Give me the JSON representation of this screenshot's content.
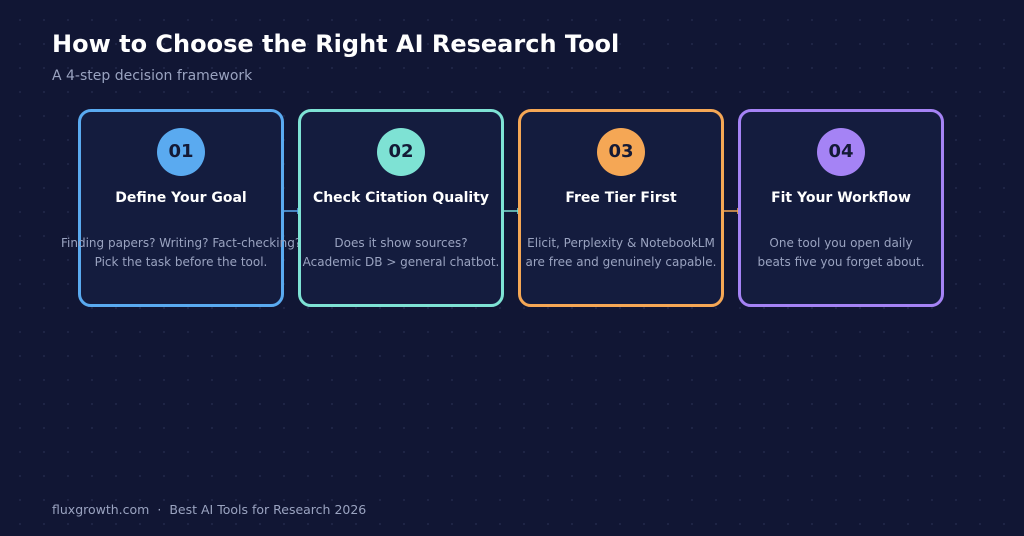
{
  "header": {
    "title": "How to Choose the Right AI Research Tool",
    "subtitle": "A 4-step decision framework"
  },
  "colors": {
    "background": "#111634",
    "card_fill": "#141c3e",
    "step_1": "#5aaaf0",
    "step_2": "#7ee2d4",
    "step_3": "#f5a755",
    "step_4": "#a583f5"
  },
  "steps": [
    {
      "number": "01",
      "title": "Define Your Goal",
      "lines": [
        "Finding papers? Writing? Fact-checking?",
        "Pick the task before the tool."
      ]
    },
    {
      "number": "02",
      "title": "Check Citation Quality",
      "lines": [
        "Does it show sources?",
        "Academic DB > general chatbot."
      ]
    },
    {
      "number": "03",
      "title": "Free Tier First",
      "lines": [
        "Elicit, Perplexity & NotebookLM",
        "are free and genuinely capable."
      ]
    },
    {
      "number": "04",
      "title": "Fit Your Workflow",
      "lines": [
        "One tool you open daily",
        "beats five you forget about."
      ]
    }
  ],
  "footer": {
    "site": "fluxgrowth.com",
    "separator": "·",
    "article": "Best AI Tools for Research 2026"
  }
}
